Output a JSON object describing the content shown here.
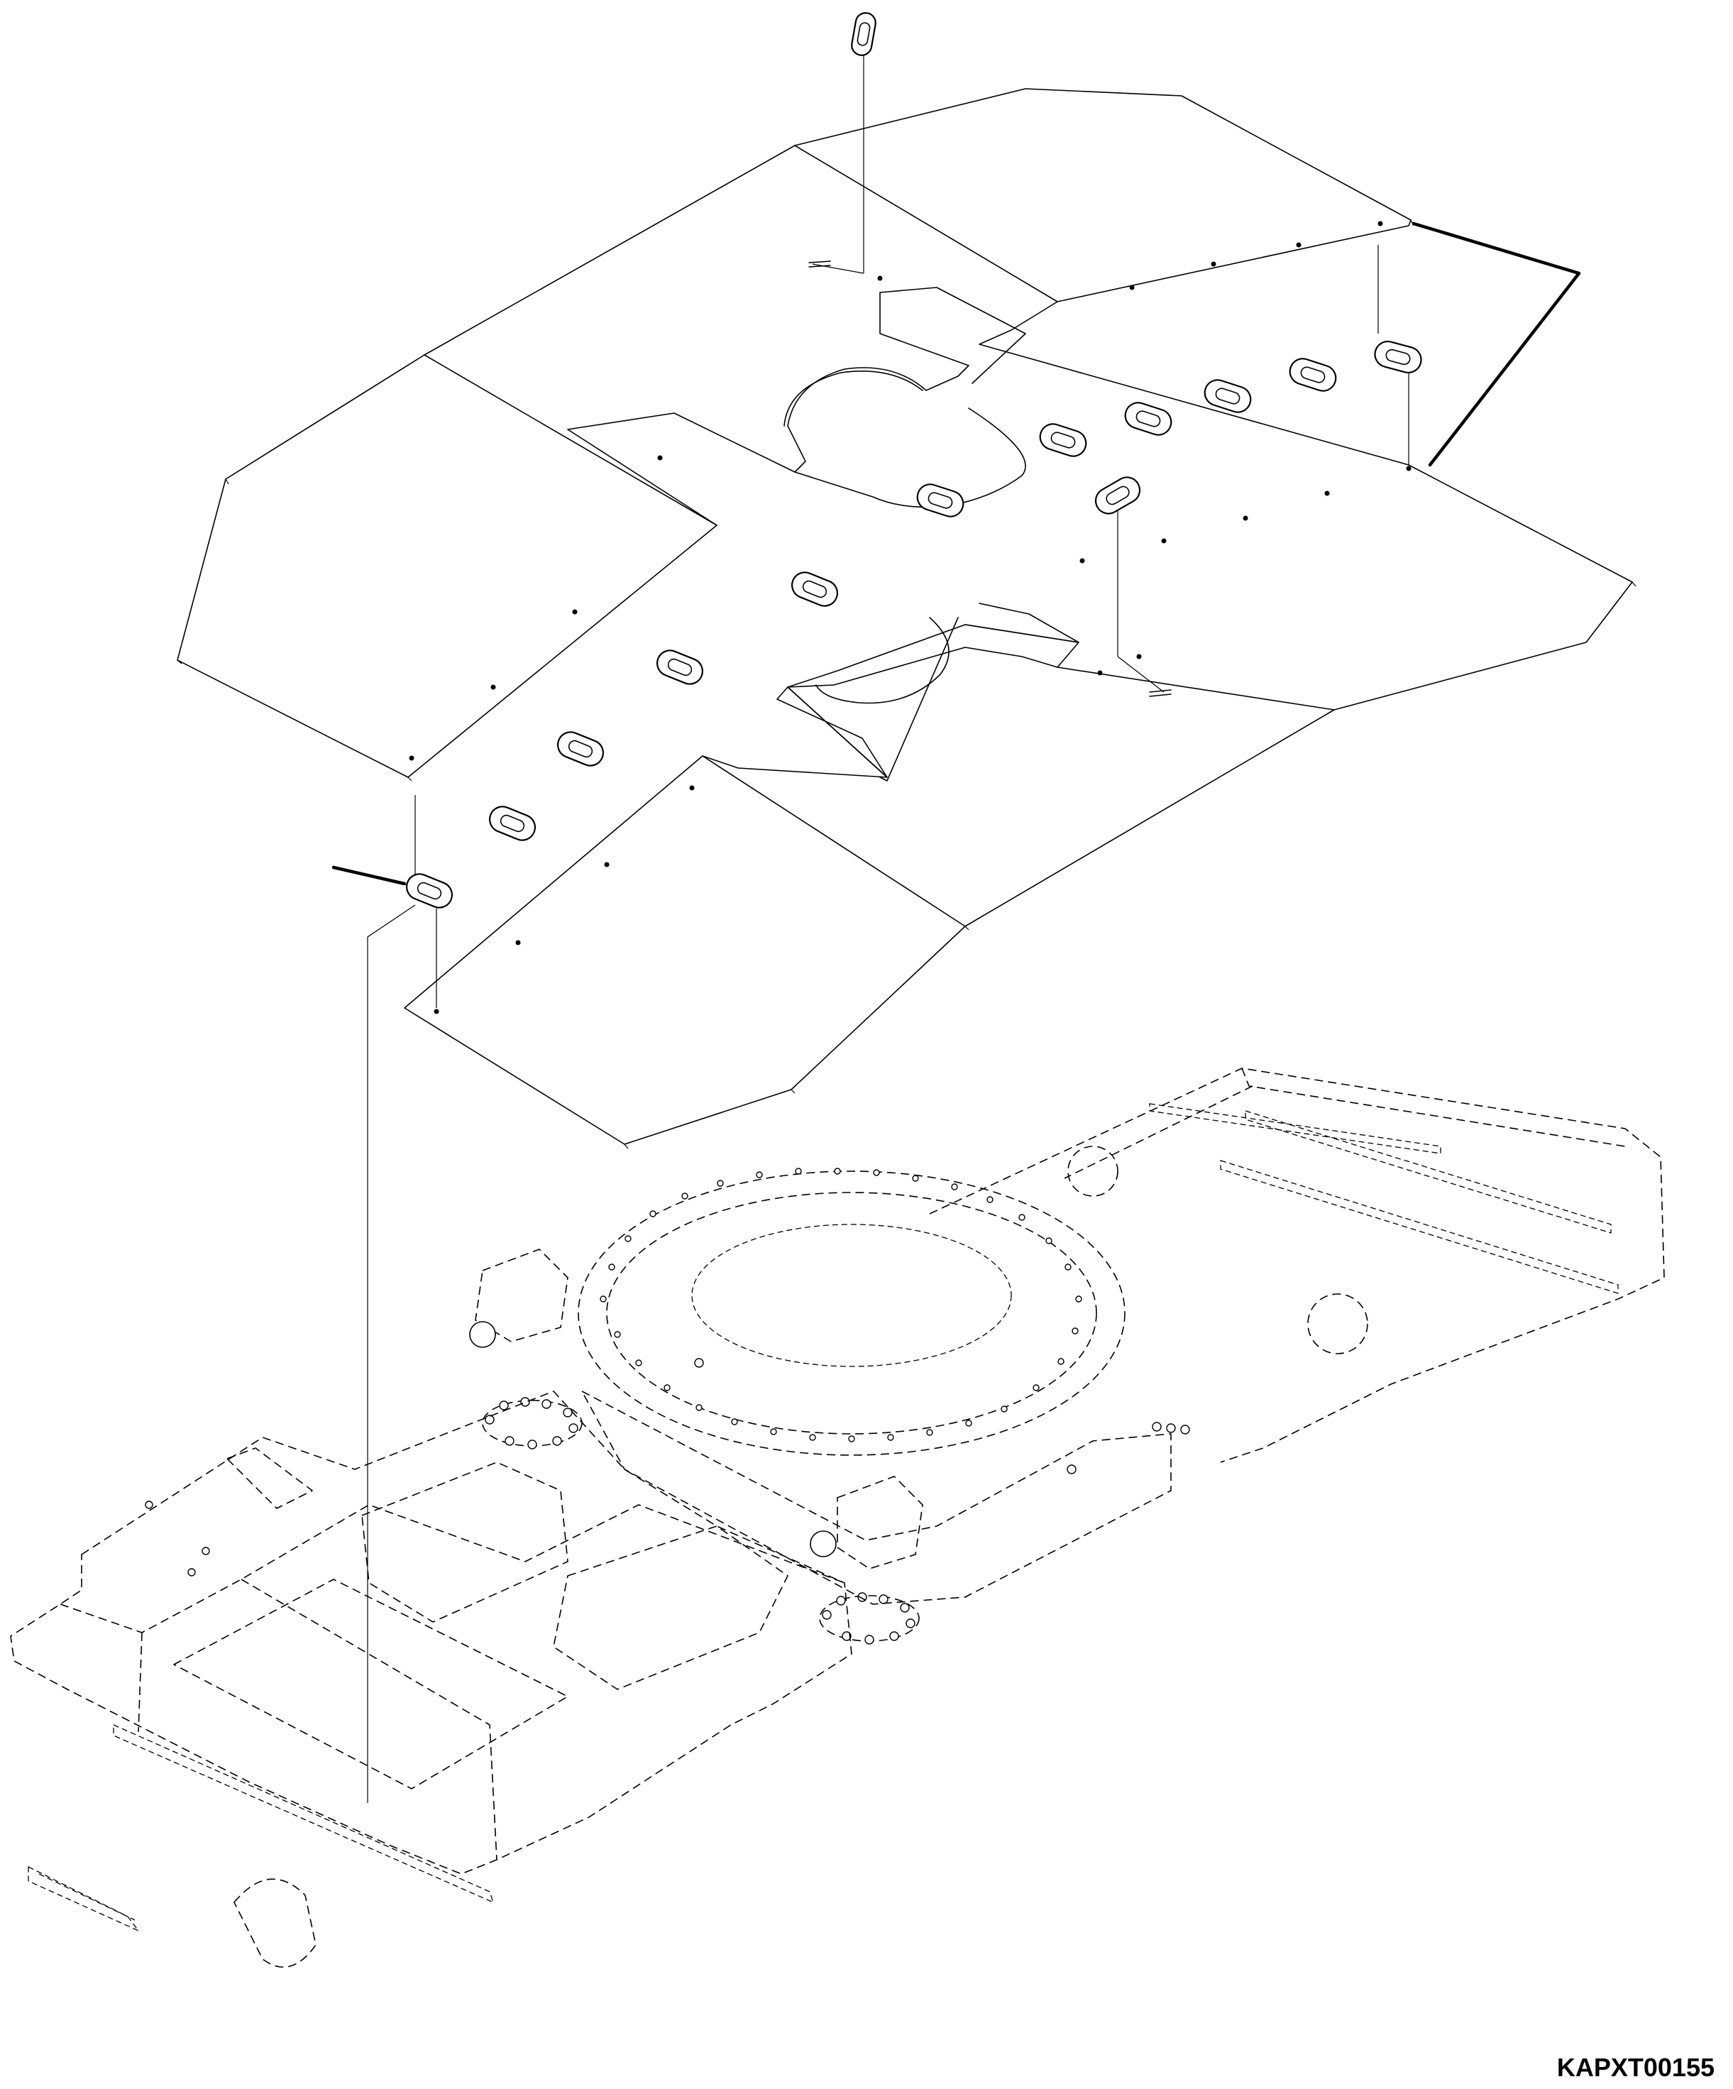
{
  "figure": {
    "code": "KAPXT00155"
  },
  "parts": {
    "cover_plate": "cover-plate",
    "frame": "revolving-frame",
    "clips": 13,
    "leaders": 2
  },
  "colors": {
    "ink": "#000000",
    "paper": "#ffffff"
  }
}
